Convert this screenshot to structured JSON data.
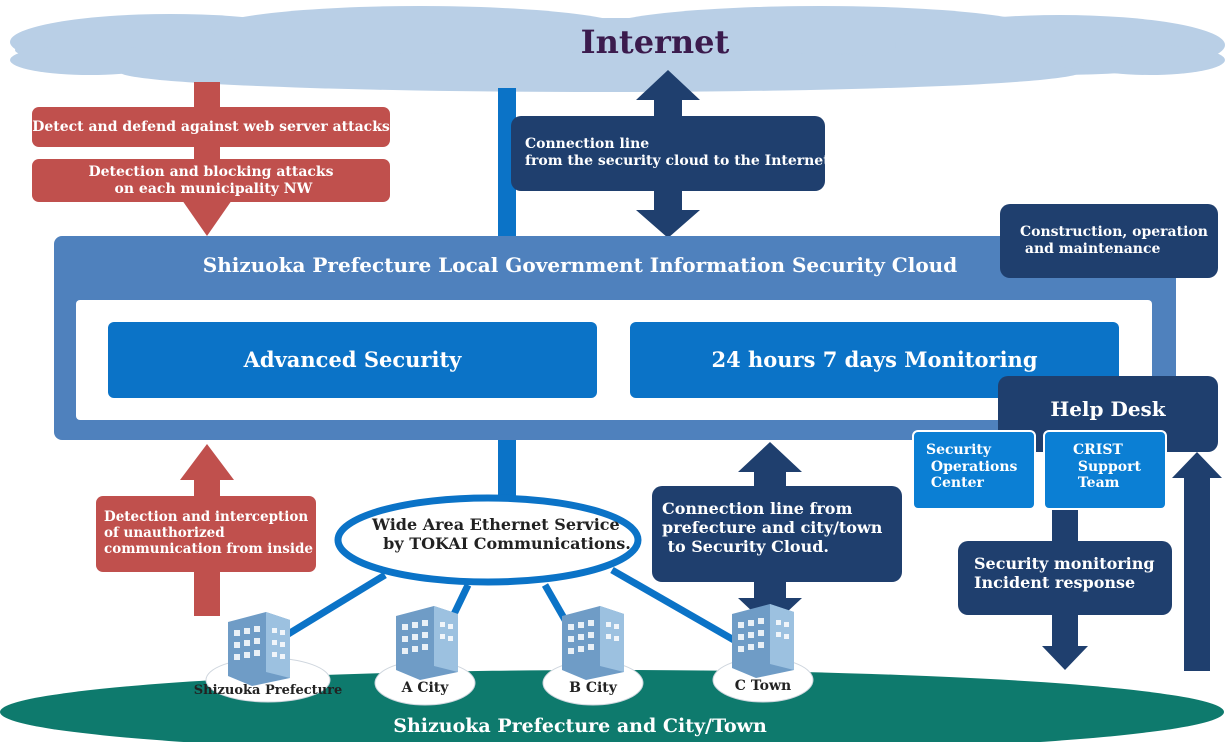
{
  "internet": {
    "label": "Internet"
  },
  "left_top_boxes": {
    "web_attacks": "Detect and defend against web server attacks",
    "municipality_attacks": "Detection and blocking attacks\n on each municipality NW"
  },
  "internet_connection_box": "Connection line\nfrom the security cloud to the Internet",
  "construction_box": "Construction, operation\n and maintenance",
  "cloud": {
    "title": "Shizuoka Prefecture Local Government Information Security Cloud",
    "advanced_security": "Advanced Security",
    "monitoring": "24 hours 7 days Monitoring"
  },
  "help_desk": {
    "title": "Help Desk",
    "soc": "Security\n Operations\n Center",
    "crist": "CRIST\n Support\n Team"
  },
  "interception_box": "Detection and interception\nof unauthorized\ncommunication from inside",
  "ethernet": "Wide Area Ethernet Service\n  by TOKAI Communications.",
  "prefecture_connection_box": "Connection line from\nprefecture and city/town\n to Security Cloud.",
  "security_monitoring_box": "Security monitoring\nIncident response",
  "sites": [
    {
      "label": "Shizuoka Prefecture"
    },
    {
      "label": "A City"
    },
    {
      "label": "B City"
    },
    {
      "label": "C Town"
    }
  ],
  "ground_label": "Shizuoka Prefecture and City/Town",
  "colors": {
    "cloud": "#b9cfe6",
    "security_cloud": "#4f81bd",
    "navy": "#1f3f6e",
    "red": "#c0504d",
    "blue": "#0b73c7",
    "ground": "#0e7a6d"
  }
}
